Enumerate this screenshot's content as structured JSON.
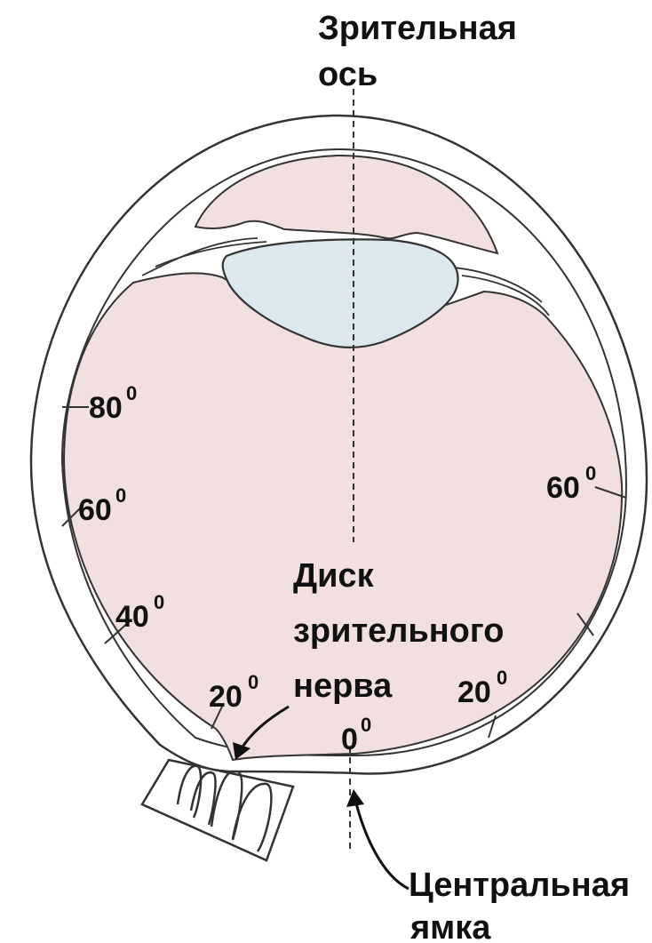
{
  "labels": {
    "visual_axis_line1": "Зрительная",
    "visual_axis_line2": "ось",
    "optic_disc_line1": "Диск",
    "optic_disc_line2": "зрительного",
    "optic_disc_line3": "нерва",
    "fovea_line1": "Центральная",
    "fovea_line2": "ямка"
  },
  "angles": {
    "left_80": "80",
    "left_60": "60",
    "left_40": "40",
    "left_20": "20",
    "center_0": "0",
    "right_20": "20",
    "right_60": "60",
    "degree": "0"
  },
  "colors": {
    "vitreous": "#f2dfe0",
    "lens": "#dbe8ee",
    "outline": "#333333"
  }
}
